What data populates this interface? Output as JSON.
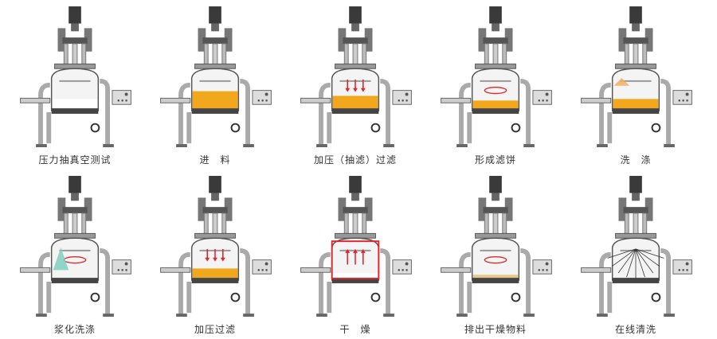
{
  "title": "Filter dryer process stages",
  "stages": [
    {
      "label": "压力抽真空测试",
      "content": "#ffffff",
      "level": 0.3,
      "arrows": "none"
    },
    {
      "label": "进　料",
      "content": "#f2a81d",
      "level": 0.55,
      "arrows": "none"
    },
    {
      "label": "加压（抽滤）过滤",
      "content": "#f2a81d",
      "level": 0.4,
      "arrows": "down"
    },
    {
      "label": "形成滤饼",
      "content": "#f2a81d",
      "level": 0.25,
      "arrows": "rotate"
    },
    {
      "label": "洗　涤",
      "content": "#f2a81d",
      "level": 0.3,
      "arrows": "spray"
    },
    {
      "label": "浆化洗涤",
      "content": "#7fcfc0",
      "level": 0.0,
      "arrows": "spray-rotate"
    },
    {
      "label": "加压过滤",
      "content": "#f2a81d",
      "level": 0.3,
      "arrows": "down"
    },
    {
      "label": "干　燥",
      "content": "#ffffff",
      "level": 0.15,
      "arrows": "up"
    },
    {
      "label": "排出干燥物料",
      "content": "#e9c98a",
      "level": 0.1,
      "arrows": "rotate"
    },
    {
      "label": "在线清洗",
      "content": "#ffffff",
      "level": 0.0,
      "arrows": "clean"
    }
  ],
  "colors": {
    "frame": "#8a8a8a",
    "dark": "#3a3a3a",
    "arrow": "#e0262a"
  }
}
